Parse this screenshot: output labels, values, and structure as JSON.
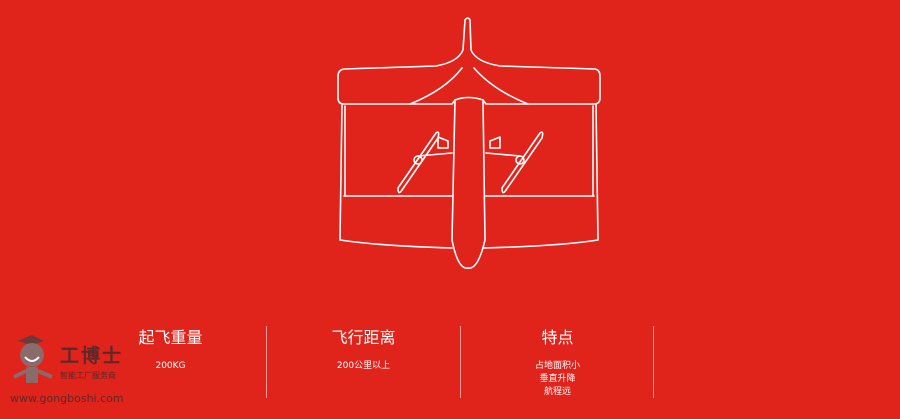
{
  "colors": {
    "background": "#e0231b",
    "line": "#ffffff"
  },
  "illustration": {
    "icon": "vtol-drone-outline-icon"
  },
  "specs": [
    {
      "title": "起飞重量",
      "values": [
        "200KG"
      ]
    },
    {
      "title": "飞行距离",
      "values": [
        "200公里以上"
      ]
    },
    {
      "title": "特点",
      "values": [
        "占地面积小",
        "垂直升降",
        "航程远"
      ]
    }
  ],
  "watermark": {
    "brand": "工博士",
    "tagline": "智能工厂服务商",
    "url": "www.gongboshi.com"
  }
}
